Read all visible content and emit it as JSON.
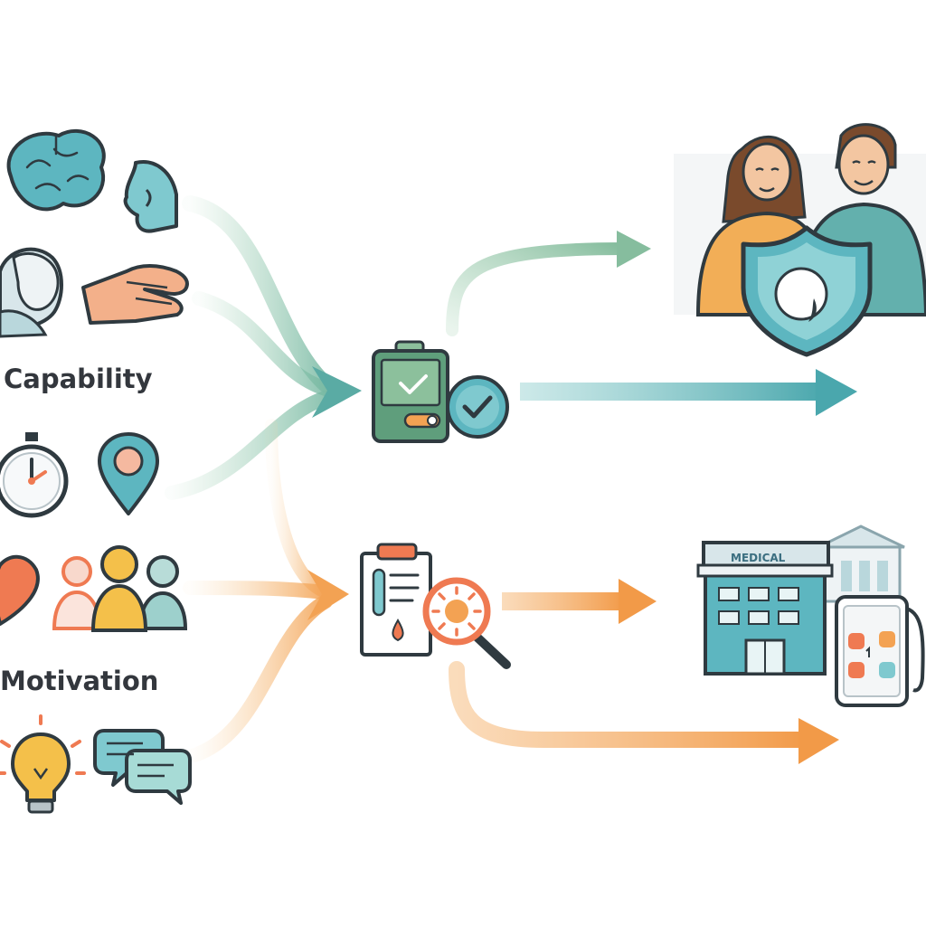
{
  "labels": {
    "capability": "Capability",
    "motivation": "Motivation",
    "hospital_sign": "MEDICAL"
  },
  "colors": {
    "teal": "#5db6c0",
    "dark_teal": "#3a7d86",
    "green": "#7fbf9a",
    "orange": "#f3a253",
    "coral": "#ef7a52",
    "yellow": "#f4c04a",
    "outline": "#2f3a40",
    "skin": "#f3c6a1"
  },
  "icons": {
    "capability": [
      "brain-icon",
      "head-profile-icon",
      "astronaut-head-icon",
      "open-hand-icon"
    ],
    "opportunity": [
      "stopwatch-icon",
      "location-pin-icon"
    ],
    "motivation": [
      "heart-icon",
      "people-group-icon",
      "lightbulb-icon",
      "chat-bubbles-icon"
    ],
    "middle": [
      "phone-checklist-icon",
      "check-circle-icon",
      "clipboard-icon",
      "magnifier-virus-icon"
    ],
    "outcomes": [
      "couple-icon",
      "shield-icon",
      "hospital-icon",
      "health-app-icon"
    ]
  }
}
